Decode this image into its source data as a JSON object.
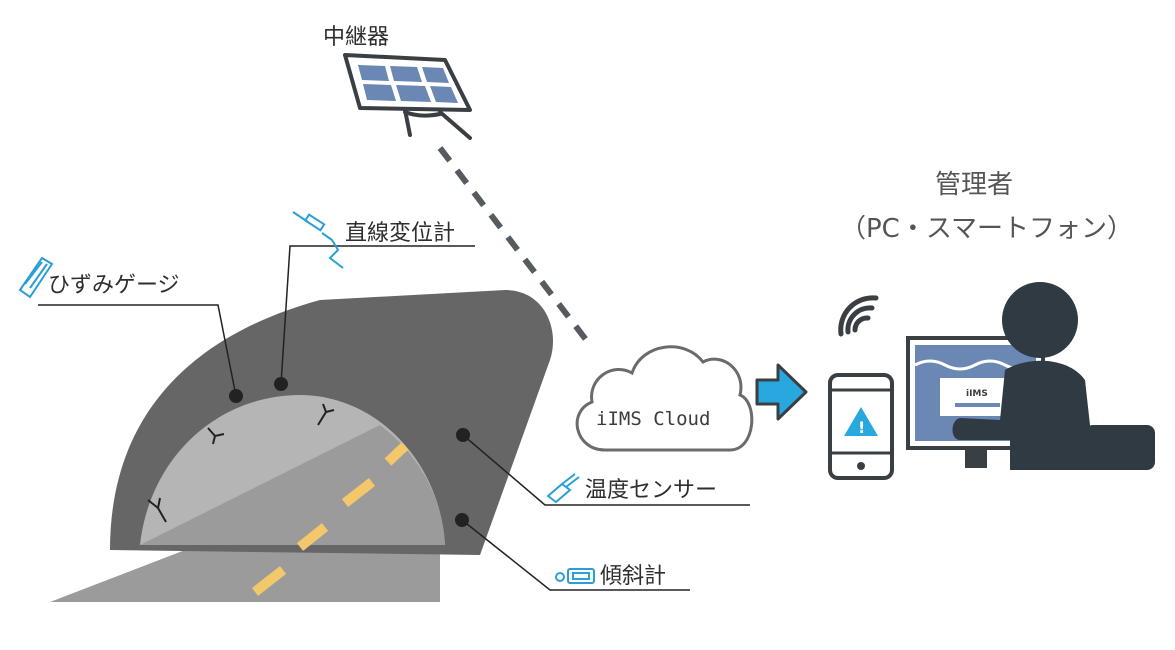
{
  "labels": {
    "relay": "中継器",
    "admin_title": "管理者",
    "admin_subtitle": "（PC・スマートフォン）",
    "linear_displacement": "直線変位計",
    "strain_gauge": "ひずみゲージ",
    "temperature_sensor": "温度センサー",
    "inclinometer": "傾斜計",
    "cloud": "iIMS Cloud",
    "monitor_brand": "iIMS",
    "phone_alert": "!"
  },
  "colors": {
    "tunnel_dark": "#666666",
    "tunnel_inner": "#b5b5b5",
    "road": "#9b9b9b",
    "lane_marking": "#f3c86a",
    "arrow": "#29a7df",
    "panel": "#6b87b3",
    "person": "#2f3a42",
    "sensor_icon": "#2a9fd6",
    "alert": "#29a7df"
  }
}
